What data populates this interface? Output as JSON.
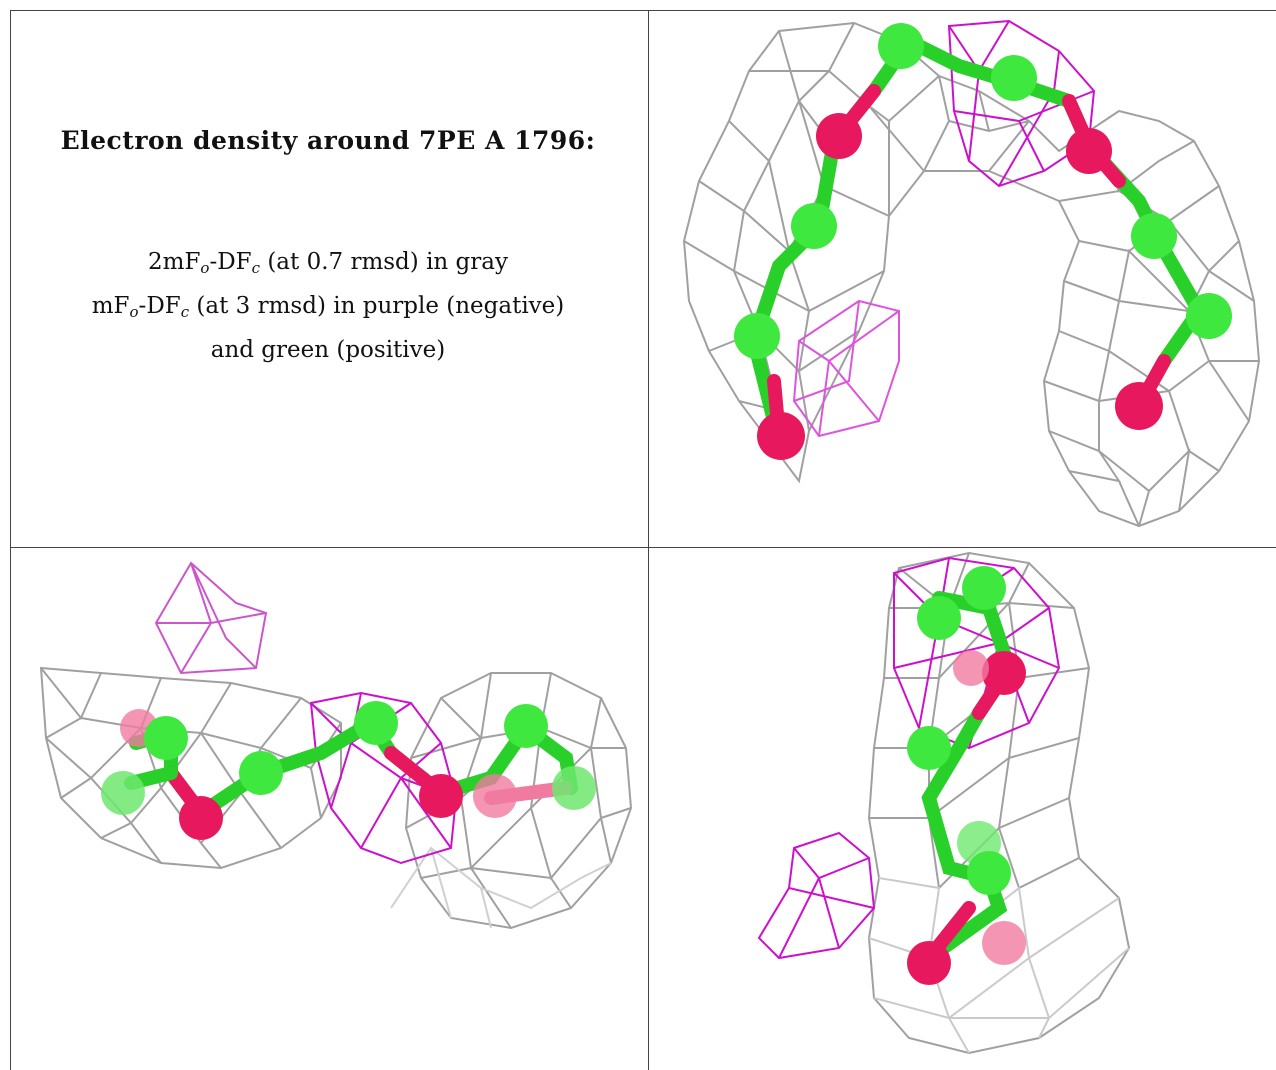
{
  "caption": {
    "title": "Electron density around 7PE A 1796:",
    "line1": {
      "pre": "2mF",
      "sub1": "o",
      "mid": "-DF",
      "sub2": "c",
      "post": " (at 0.7 rmsd) in gray"
    },
    "line2": {
      "pre": "mF",
      "sub1": "o",
      "mid": "-DF",
      "sub2": "c",
      "post": " (at 3 rmsd) in purple (negative)"
    },
    "line3": "and green (positive)"
  },
  "colors": {
    "mesh_gray": "#9a9a9a",
    "mesh_light": "#c8c8c8",
    "mesh_purple": "#cc00cc",
    "mesh_purple_light": "#dd55dd",
    "carbon": "#33e033",
    "oxygen": "#e8185f",
    "border": "#444444"
  },
  "panels": [
    {
      "name": "view-1"
    },
    {
      "name": "view-2"
    },
    {
      "name": "view-3"
    }
  ]
}
